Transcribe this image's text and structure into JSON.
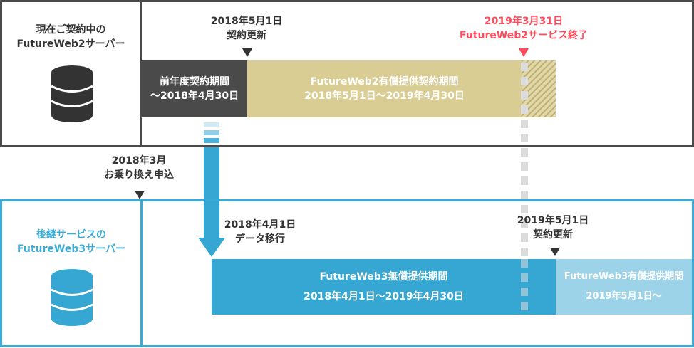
{
  "current": {
    "title_line1": "現在ご契約中の",
    "title_line2": "FutureWeb2サーバー",
    "prev_period_line1": "前年度契約期間",
    "prev_period_line2": "～2018年4月30日",
    "paid_period_line1": "FutureWeb2有償提供契約期間",
    "paid_period_line2": "2018年5月1日～2019年4月30日",
    "renewal_date": "2018年5月1日",
    "renewal_label": "契約更新",
    "end_date": "2019年3月31日",
    "end_label": "FutureWeb2サービス終了"
  },
  "apply": {
    "date": "2018年3月",
    "label": "お乗り換え申込"
  },
  "migration": {
    "date": "2018年4月1日",
    "label": "データ移行"
  },
  "successor": {
    "title_line1": "後継サービスの",
    "title_line2": "FutureWeb3サーバー",
    "free_period_line1": "FutureWeb3無償提供期間",
    "free_period_line2": "2018年4月1日～2019年4月30日",
    "paid_period_line1": "FutureWeb3有償提供期間",
    "paid_period_line2": "2019年5月1日～",
    "renewal_date": "2019年5月1日",
    "renewal_label": "契約更新"
  },
  "colors": {
    "dark_frame": "#4a4a4a",
    "blue_frame": "#3aaad6",
    "prev_period": "#4a4a4a",
    "fw2_paid": "#d9cd94",
    "fw3_free": "#35a7d2",
    "fw3_paid": "#9dd3e9",
    "end_red": "#ff4b5c"
  }
}
